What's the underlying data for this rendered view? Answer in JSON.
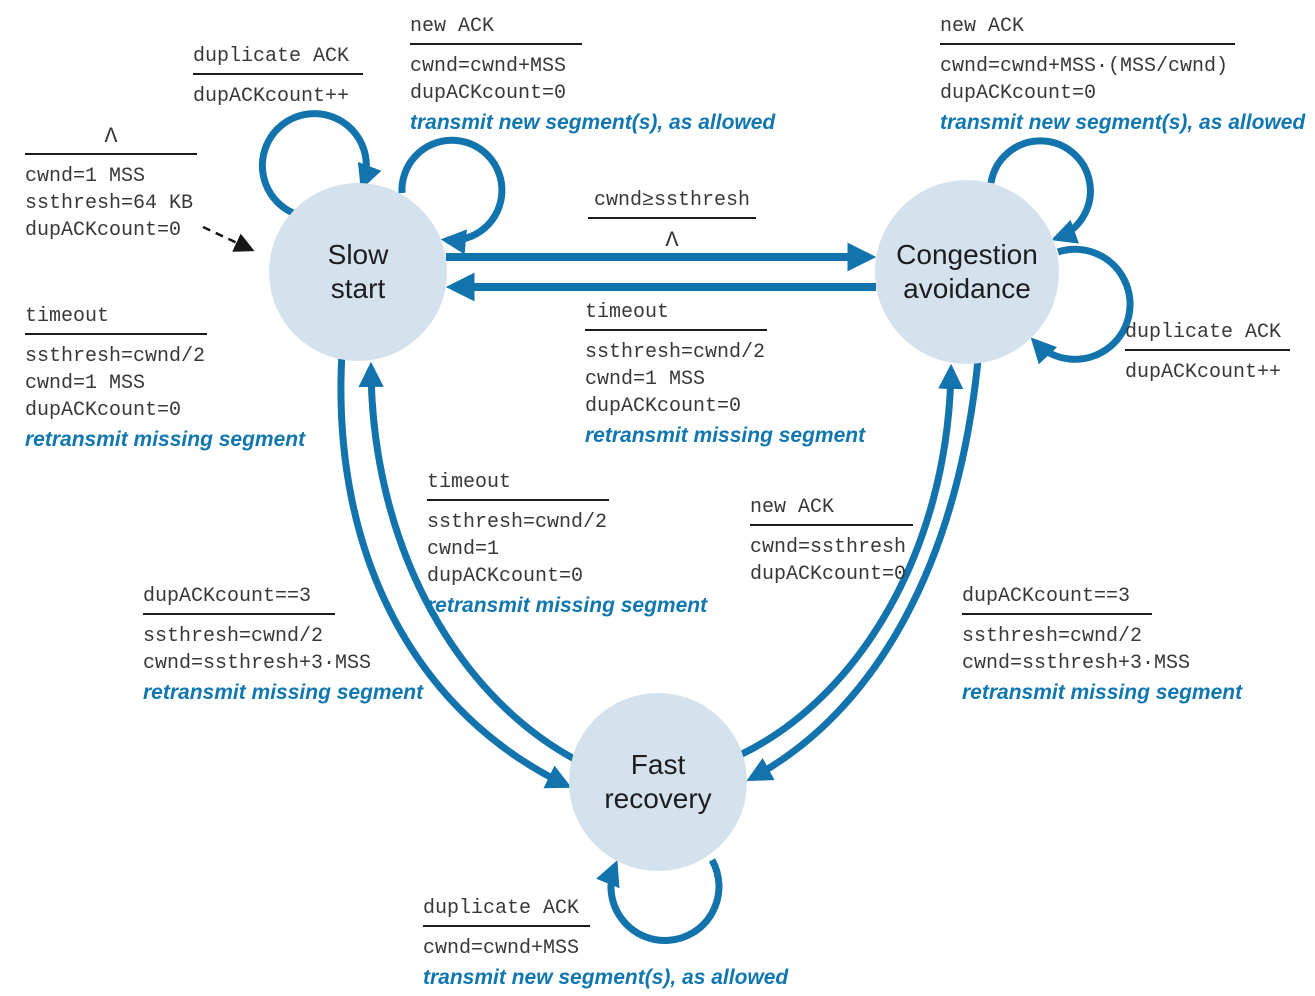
{
  "colors": {
    "arrow": "#1273ad",
    "note": "#1177b0",
    "statefill": "#d4e2ee",
    "ink": "#383838"
  },
  "states": [
    {
      "id": "slow-start",
      "line1": "Slow",
      "line2": "start"
    },
    {
      "id": "congestion-avoidance",
      "line1": "Congestion",
      "line2": "avoidance"
    },
    {
      "id": "fast-recovery",
      "line1": "Fast",
      "line2": "recovery"
    }
  ],
  "transitions": [
    {
      "name": "ss-self-duplicate-ack",
      "event": "duplicate ACK",
      "actions": [
        "dupACKcount++"
      ]
    },
    {
      "name": "ss-self-new-ack",
      "event": "new ACK",
      "actions": [
        "cwnd=cwnd+MSS",
        "dupACKcount=0"
      ],
      "note": "transmit new segment(s), as allowed"
    },
    {
      "name": "ca-self-new-ack",
      "event": "new ACK",
      "actions": [
        "cwnd=cwnd+MSS·(MSS/cwnd)",
        "dupACKcount=0"
      ],
      "note": "transmit new segment(s), as allowed"
    },
    {
      "name": "initial",
      "event": "Λ",
      "actions": [
        "cwnd=1 MSS",
        "ssthresh=64 KB",
        "dupACKcount=0"
      ]
    },
    {
      "name": "ss-self-timeout",
      "event": "timeout",
      "actions": [
        "ssthresh=cwnd/2",
        "cwnd=1 MSS",
        "dupACKcount=0"
      ],
      "note": "retransmit missing segment"
    },
    {
      "name": "ss-to-ca",
      "event": "cwnd≥ssthresh",
      "actions": [
        "Λ"
      ]
    },
    {
      "name": "ca-to-ss-timeout",
      "event": "timeout",
      "actions": [
        "ssthresh=cwnd/2",
        "cwnd=1 MSS",
        "dupACKcount=0"
      ],
      "note": "retransmit missing segment"
    },
    {
      "name": "ca-self-duplicate-ack",
      "event": "duplicate ACK",
      "actions": [
        "dupACKcount++"
      ]
    },
    {
      "name": "fr-to-ss-timeout",
      "event": "timeout",
      "actions": [
        "ssthresh=cwnd/2",
        "cwnd=1",
        "dupACKcount=0"
      ],
      "note": "retransmit missing segment"
    },
    {
      "name": "fr-to-ca-new-ack",
      "event": "new ACK",
      "actions": [
        "cwnd=ssthresh",
        "dupACKcount=0"
      ]
    },
    {
      "name": "ss-to-fr-dup3",
      "event": "dupACKcount==3",
      "actions": [
        "ssthresh=cwnd/2",
        "cwnd=ssthresh+3·MSS"
      ],
      "note": "retransmit missing segment"
    },
    {
      "name": "ca-to-fr-dup3",
      "event": "dupACKcount==3",
      "actions": [
        "ssthresh=cwnd/2",
        "cwnd=ssthresh+3·MSS"
      ],
      "note": "retransmit missing segment"
    },
    {
      "name": "fr-self-duplicate-ack",
      "event": "duplicate ACK",
      "actions": [
        "cwnd=cwnd+MSS"
      ],
      "note": "transmit new segment(s), as allowed"
    }
  ]
}
